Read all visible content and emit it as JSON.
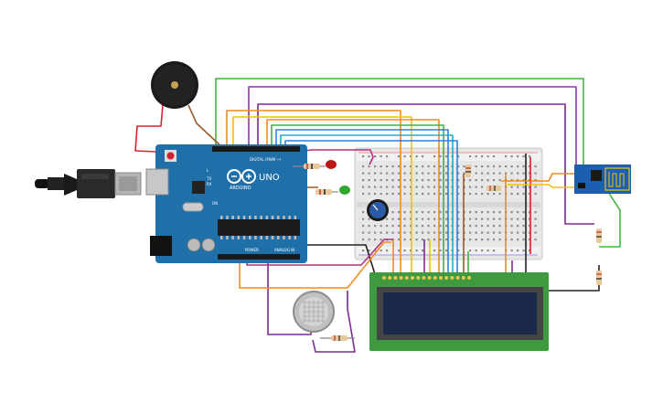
{
  "arduino": {
    "brand": "ARDUINO",
    "model": "UNO",
    "digital_label": "DIGITAL (PWM ~)",
    "power_label": "POWER",
    "analog_label": "ANALOG IN",
    "tx_label": "TX",
    "rx_label": "RX",
    "l_label": "L",
    "on_label": "ON"
  },
  "lcd": {
    "line1": "",
    "line2": ""
  },
  "colors": {
    "board": "#1f6fa8",
    "breadboard": "#e9e9e9",
    "lcd_pcb": "#3f9a3f",
    "lcd_screen": "#1b2a4a",
    "wire_orange": "#f08a1c",
    "wire_yellow": "#f0c400",
    "wire_green": "#3fb43f",
    "wire_blue": "#2f7fe0",
    "wire_cyan": "#18b4c8",
    "wire_purple": "#7b2a8f",
    "wire_red": "#d8232a",
    "wire_brown": "#9a5a2a",
    "wire_black": "#222222",
    "wire_magenta": "#b0307f",
    "led_red": "#c41515",
    "led_green": "#2ea82e",
    "esp_board": "#1c5fb0"
  },
  "icons": [
    "usb-cable-icon",
    "buzzer-icon",
    "potentiometer-icon",
    "gas-sensor-icon",
    "wifi-module-icon"
  ]
}
